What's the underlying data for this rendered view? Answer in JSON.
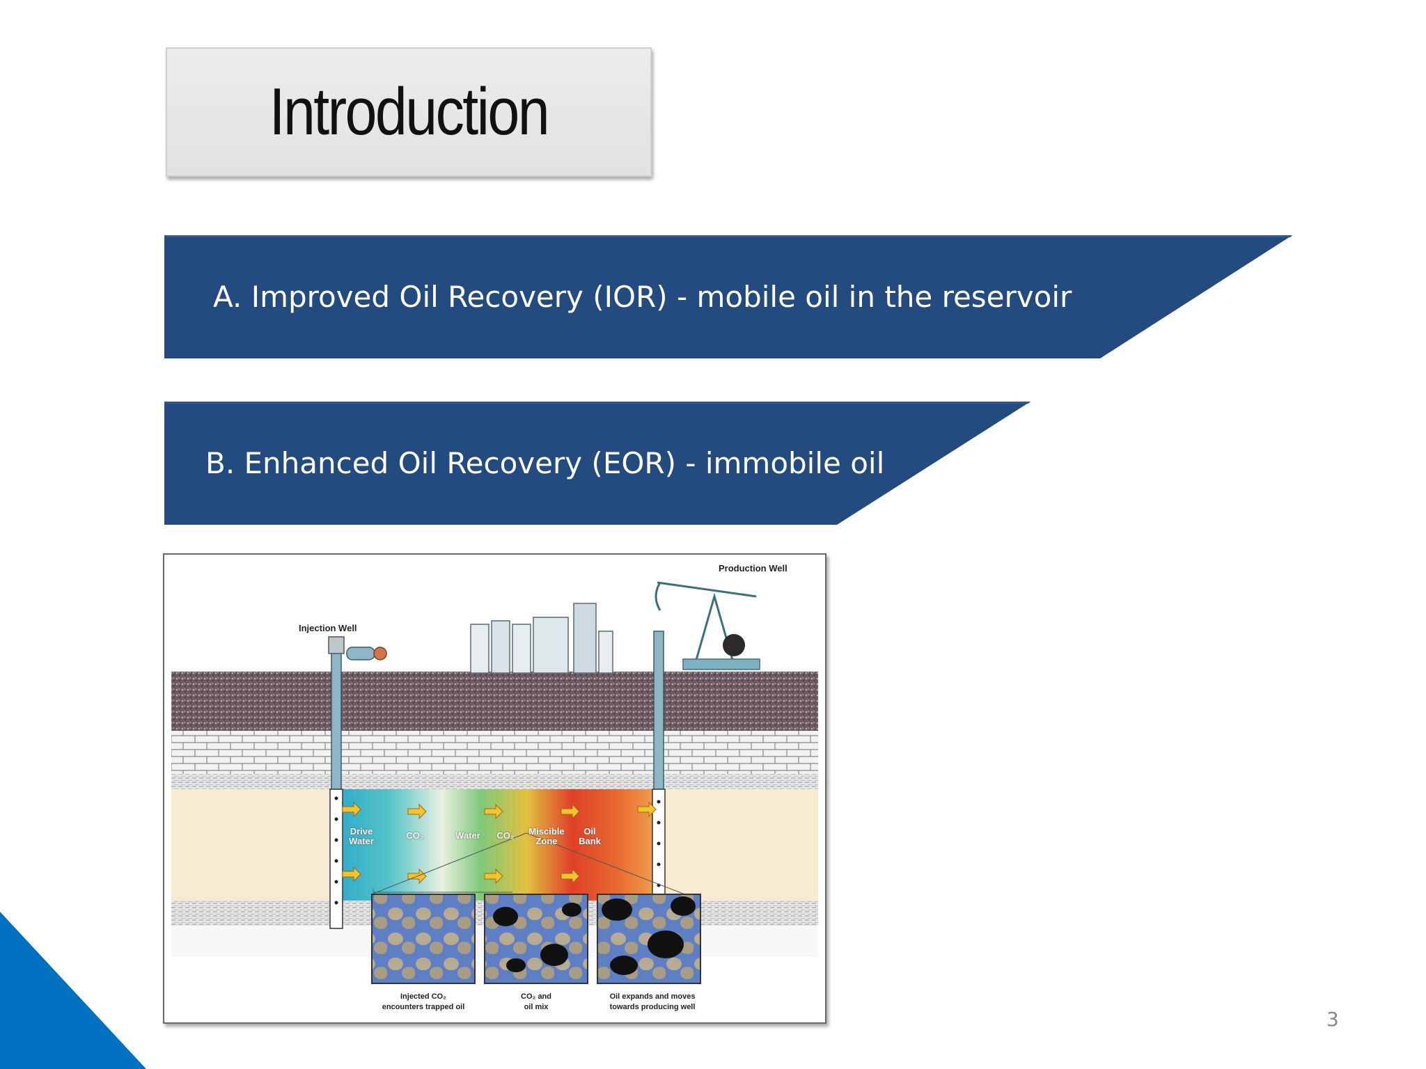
{
  "slide": {
    "title": "Introduction",
    "items": [
      {
        "label": "A.  Improved Oil Recovery (IOR) - mobile oil in the reservoir"
      },
      {
        "label": "B.  Enhanced Oil Recovery (EOR) - immobile oil"
      }
    ],
    "page_number": "3"
  },
  "figure": {
    "labels": {
      "production_well": "Production Well",
      "injection_well": "Injection Well"
    },
    "zones": [
      {
        "line1": "Drive",
        "line2": "Water"
      },
      {
        "line1": "CO₂",
        "line2": ""
      },
      {
        "line1": "Water",
        "line2": ""
      },
      {
        "line1": "CO₂",
        "line2": ""
      },
      {
        "line1": "Miscible",
        "line2": "Zone"
      },
      {
        "line1": "Oil",
        "line2": "Bank"
      }
    ],
    "captions": [
      {
        "line1": "Injected CO₂",
        "line2": "encounters trapped oil"
      },
      {
        "line1": "CO₂ and",
        "line2": "oil mix"
      },
      {
        "line1": "Oil expands and moves",
        "line2": "towards producing well"
      }
    ]
  },
  "colors": {
    "banner": "#234b80",
    "corner": "#0070c0",
    "title_box": "#e6e6e6"
  }
}
